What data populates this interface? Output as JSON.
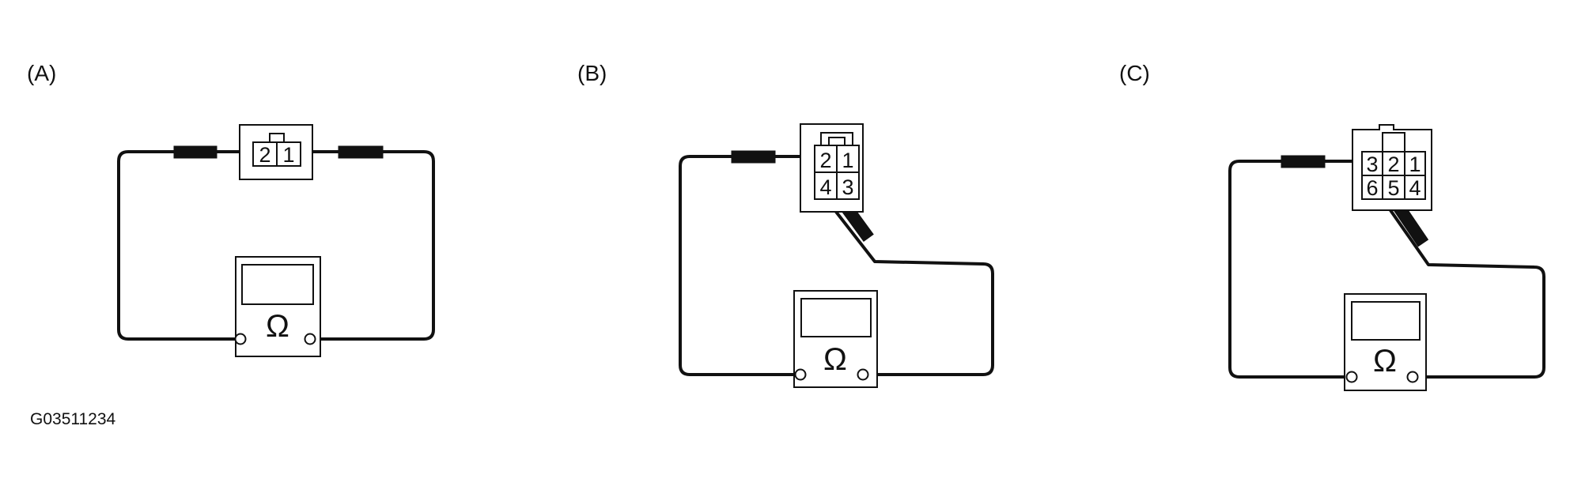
{
  "panels": [
    {
      "label": "(A)",
      "connector": {
        "pins": [
          "2",
          "1"
        ]
      },
      "meter": {
        "symbol": "Ω"
      }
    },
    {
      "label": "(B)",
      "connector": {
        "pins": [
          "2",
          "1",
          "4",
          "3"
        ]
      },
      "meter": {
        "symbol": "Ω"
      }
    },
    {
      "label": "(C)",
      "connector": {
        "pins": [
          "3",
          "2",
          "1",
          "6",
          "5",
          "4"
        ]
      },
      "meter": {
        "symbol": "Ω"
      }
    }
  ],
  "figure_code": "G03511234",
  "colors": {
    "ink": "#111111",
    "background": "#ffffff"
  }
}
